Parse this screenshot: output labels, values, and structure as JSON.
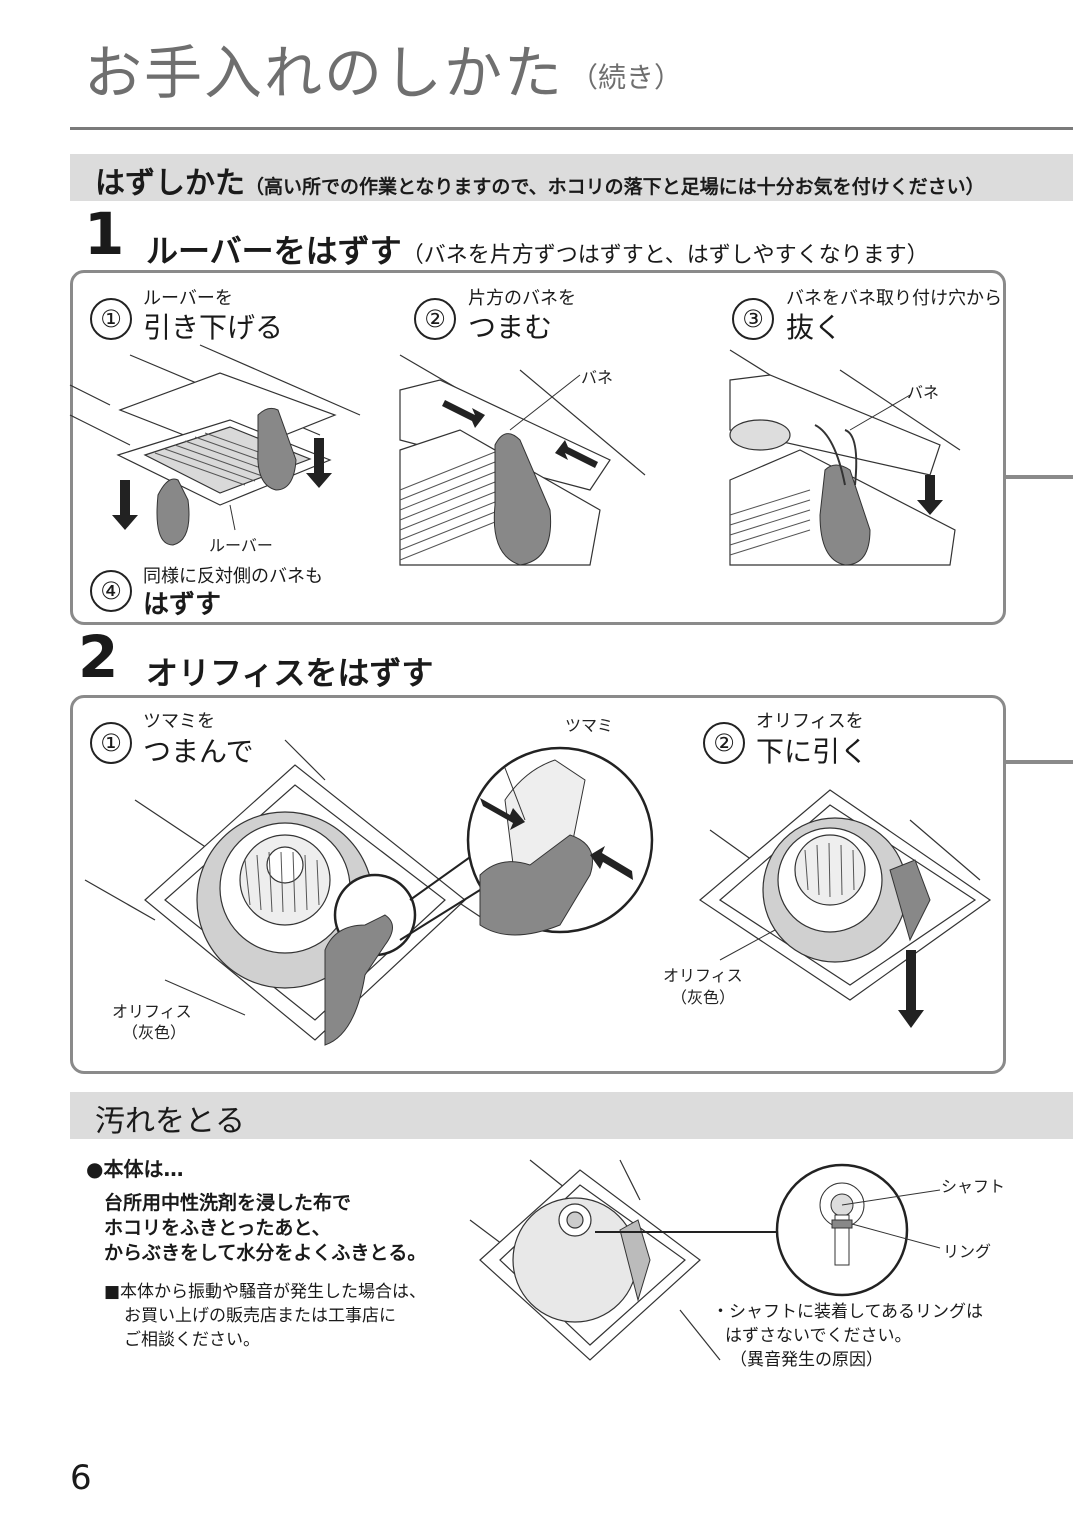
{
  "header": {
    "title": "お手入れのしかた",
    "title_sub": "（続き）"
  },
  "section_remove": {
    "title": "はずしかた",
    "note": "（高い所での作業となりますので、ホコリの落下と足場には十分お気を付けください）"
  },
  "step1": {
    "number": "1",
    "title": "ルーバーをはずす",
    "note": "（バネを片方ずつはずすと、はずしやすくなります）",
    "items": [
      {
        "num": "①",
        "small": "ルーバーを",
        "big": "引き下げる"
      },
      {
        "num": "②",
        "small": "片方のバネを",
        "big": "つまむ"
      },
      {
        "num": "③",
        "small": "バネをバネ取り付け穴から",
        "big": "抜く"
      },
      {
        "num": "④",
        "small": "同様に反対側のバネも",
        "big": "はずす"
      }
    ],
    "labels": {
      "louver": "ルーバー",
      "spring": "バネ"
    }
  },
  "step2": {
    "number": "2",
    "title": "オリフィスをはずす",
    "items": [
      {
        "num": "①",
        "small": "ツマミを",
        "big": "つまんで"
      },
      {
        "num": "②",
        "small": "オリフィスを",
        "big": "下に引く"
      }
    ],
    "labels": {
      "knob": "ツマミ",
      "orifice": "オリフィス",
      "gray": "（灰色）"
    }
  },
  "section_dirt": {
    "title": "汚れをとる",
    "body_heading": "●本体は…",
    "body_lines": [
      "台所用中性洗剤を浸した布で",
      "ホコリをふきとったあと、",
      "からぶきをして水分をよくふきとる。"
    ],
    "note_lines": [
      "■本体から振動や騒音が発生した場合は、",
      "お買い上げの販売店または工事店に",
      "ご相談ください。"
    ],
    "labels": {
      "shaft": "シャフト",
      "ring": "リング"
    },
    "caution_lines": [
      "・シャフトに装着してあるリングは",
      "はずさないでください。",
      "（異音発生の原因）"
    ]
  },
  "footer": {
    "page_number": "6"
  }
}
